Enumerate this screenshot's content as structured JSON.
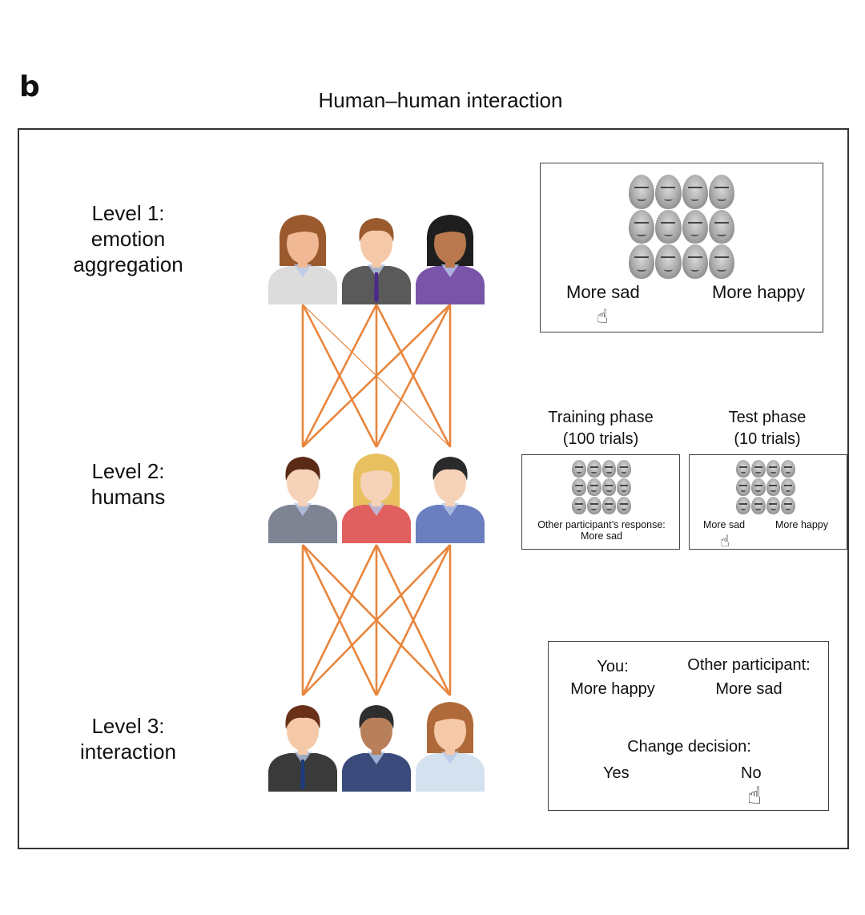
{
  "panel_letter": "b",
  "title": "Human–human interaction",
  "colors": {
    "connection_line": "#e8853d",
    "frame_border": "#333333",
    "text": "#111111"
  },
  "levels": [
    {
      "label_line1": "Level 1:",
      "label_line2": "emotion",
      "label_line3": "aggregation"
    },
    {
      "label_line1": "Level 2:",
      "label_line2": "humans"
    },
    {
      "label_line1": "Level 3:",
      "label_line2": "interaction"
    }
  ],
  "avatars": {
    "row1": [
      {
        "name": "woman-brown-hair-white-shirt",
        "hair": "#9a5a2e",
        "skin": "#f0b894",
        "shirt": "#dcdcdc",
        "tie": null
      },
      {
        "name": "man-brown-hair-grey-suit",
        "hair": "#9a5a2e",
        "skin": "#f5c9a8",
        "shirt": "#5a5a5a",
        "tie": "#4a2a8a"
      },
      {
        "name": "woman-black-hair-purple-suit",
        "hair": "#1e1e1e",
        "skin": "#b9784e",
        "shirt": "#7a54a8",
        "tie": null
      }
    ],
    "row2": [
      {
        "name": "man-dark-brown-hair-grey-shirt",
        "hair": "#5a2a15",
        "skin": "#f5d2b8",
        "shirt": "#7e8492",
        "tie": null
      },
      {
        "name": "woman-blonde-hair-red-top",
        "hair": "#e8c060",
        "skin": "#f5d2b8",
        "shirt": "#e06060",
        "tie": null
      },
      {
        "name": "man-black-hair-blue-shirt",
        "hair": "#2a2a2a",
        "skin": "#f5d2b8",
        "shirt": "#6a7ec0",
        "tie": null
      }
    ],
    "row3": [
      {
        "name": "man-brown-hair-black-suit",
        "hair": "#6a3018",
        "skin": "#f5c9a8",
        "shirt": "#3a3a3a",
        "tie": "#1e3a7a"
      },
      {
        "name": "man-dark-hair-navy-sweater",
        "hair": "#2e2e2e",
        "skin": "#b8805a",
        "shirt": "#3a4a7a",
        "tie": null
      },
      {
        "name": "woman-auburn-hair-light-blue-shirt",
        "hair": "#b06a3a",
        "skin": "#f5c9a8",
        "shirt": "#d4e2f0",
        "tie": null
      }
    ]
  },
  "task_level1": {
    "left_label": "More sad",
    "right_label": "More happy",
    "face_grid": {
      "rows": 3,
      "cols": 4
    },
    "cursor": "hand-pointer"
  },
  "task_level2": {
    "training": {
      "title_line1": "Training phase",
      "title_line2": "(100 trials)",
      "response_line1": "Other participant’s response:",
      "response_line2": "More sad",
      "face_grid": {
        "rows": 3,
        "cols": 4
      }
    },
    "test": {
      "title_line1": "Test phase",
      "title_line2": "(10 trials)",
      "left_label": "More sad",
      "right_label": "More happy",
      "face_grid": {
        "rows": 3,
        "cols": 4
      },
      "cursor": "hand-pointer"
    }
  },
  "task_level3": {
    "you_label": "You:",
    "you_value": "More happy",
    "other_label": "Other participant:",
    "other_value": "More sad",
    "question": "Change decision:",
    "option_yes": "Yes",
    "option_no": "No",
    "cursor": "hand-pointer"
  }
}
